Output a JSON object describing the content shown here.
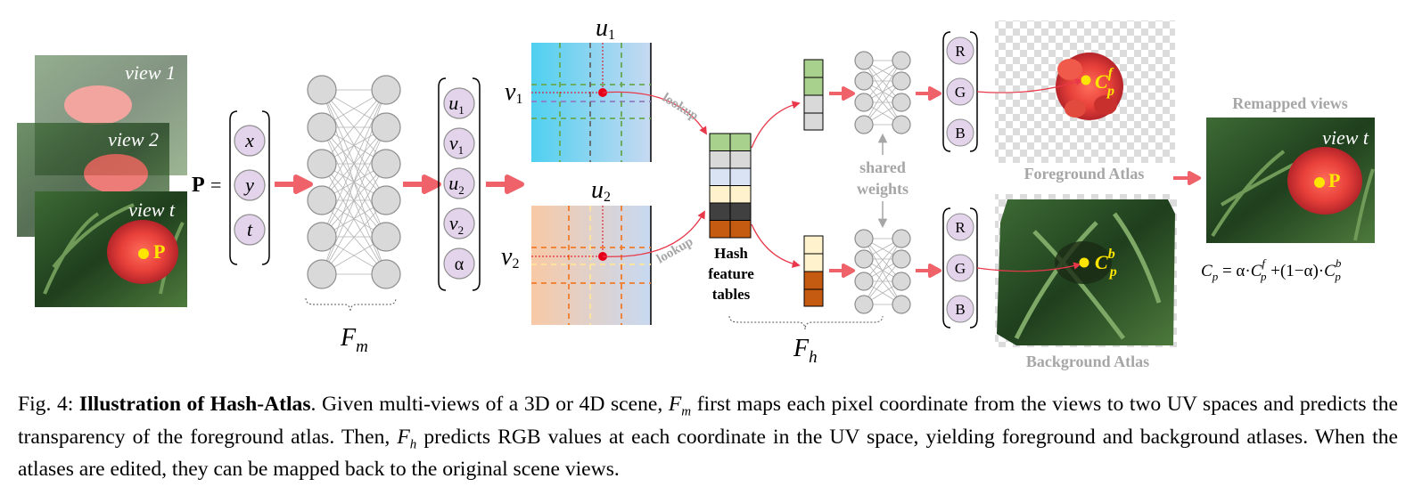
{
  "views": {
    "view1": "view 1",
    "view2": "view 2",
    "view_t": "view t",
    "point": "P"
  },
  "input": {
    "point_label": "P",
    "equals": "=",
    "coords": [
      "x",
      "y",
      "t"
    ]
  },
  "mapping_net": {
    "label_main": "F",
    "label_sub": "m",
    "outputs": [
      {
        "base": "u",
        "sub": "1"
      },
      {
        "base": "v",
        "sub": "1"
      },
      {
        "base": "u",
        "sub": "2"
      },
      {
        "base": "v",
        "sub": "2"
      },
      {
        "base": "α",
        "sub": ""
      }
    ]
  },
  "uv_spaces": {
    "top": {
      "u_base": "u",
      "u_sub": "1",
      "v_base": "v",
      "v_sub": "1"
    },
    "bottom": {
      "u_base": "u",
      "u_sub": "2",
      "v_base": "v",
      "v_sub": "2"
    },
    "lookup": "lookup"
  },
  "hash": {
    "line1": "Hash",
    "line2": "feature",
    "line3": "tables",
    "colors": [
      "#a9d18e",
      "#d9d9d9",
      "#dae3f3",
      "#fff2cc",
      "#404040",
      "#c55a11"
    ]
  },
  "rgb_net": {
    "label_main": "F",
    "label_sub": "h",
    "shared1": "shared",
    "shared2": "weights",
    "channels": [
      "R",
      "G",
      "B"
    ]
  },
  "atlases": {
    "foreground": "Foreground Atlas",
    "background": "Background Atlas",
    "cf_base": "C",
    "cf_sup": "f",
    "cf_sub": "p",
    "cb_base": "C",
    "cb_sup": "b",
    "cb_sub": "p"
  },
  "remapped": {
    "title": "Remapped views",
    "view": "view t",
    "point": "P",
    "eq_lhs_base": "C",
    "eq_lhs_sub": "p",
    "eq_eq": " = α·",
    "eq_c1_base": "C",
    "eq_c1_sup": "f",
    "eq_c1_sub": "p",
    "eq_mid": " +(1−α)·",
    "eq_c2_base": "C",
    "eq_c2_sup": "b",
    "eq_c2_sub": "p"
  },
  "caption": {
    "prefix": "Fig. 4: ",
    "title": "Illustration of Hash-Atlas",
    "t1": ". Given multi-views of a 3D or 4D scene, ",
    "fm_main": "F",
    "fm_sub": "m",
    "t2": " first maps each pixel coordinate from the views to two UV spaces and predicts the transparency of the foreground atlas. Then, ",
    "fh_main": "F",
    "fh_sub": "h",
    "t3": " predicts RGB values at each coordinate in the UV space, yielding foreground and background atlases. When the atlases are edited, they can be mapped back to the original scene views."
  },
  "colors": {
    "arrow": "#f0626a",
    "node_fill": "#d9d9d9",
    "coord_fill": "#e3d4ec",
    "red_point": "#e6001a",
    "yellow_point": "#ffe600",
    "gray_label": "#8c8c8c"
  }
}
